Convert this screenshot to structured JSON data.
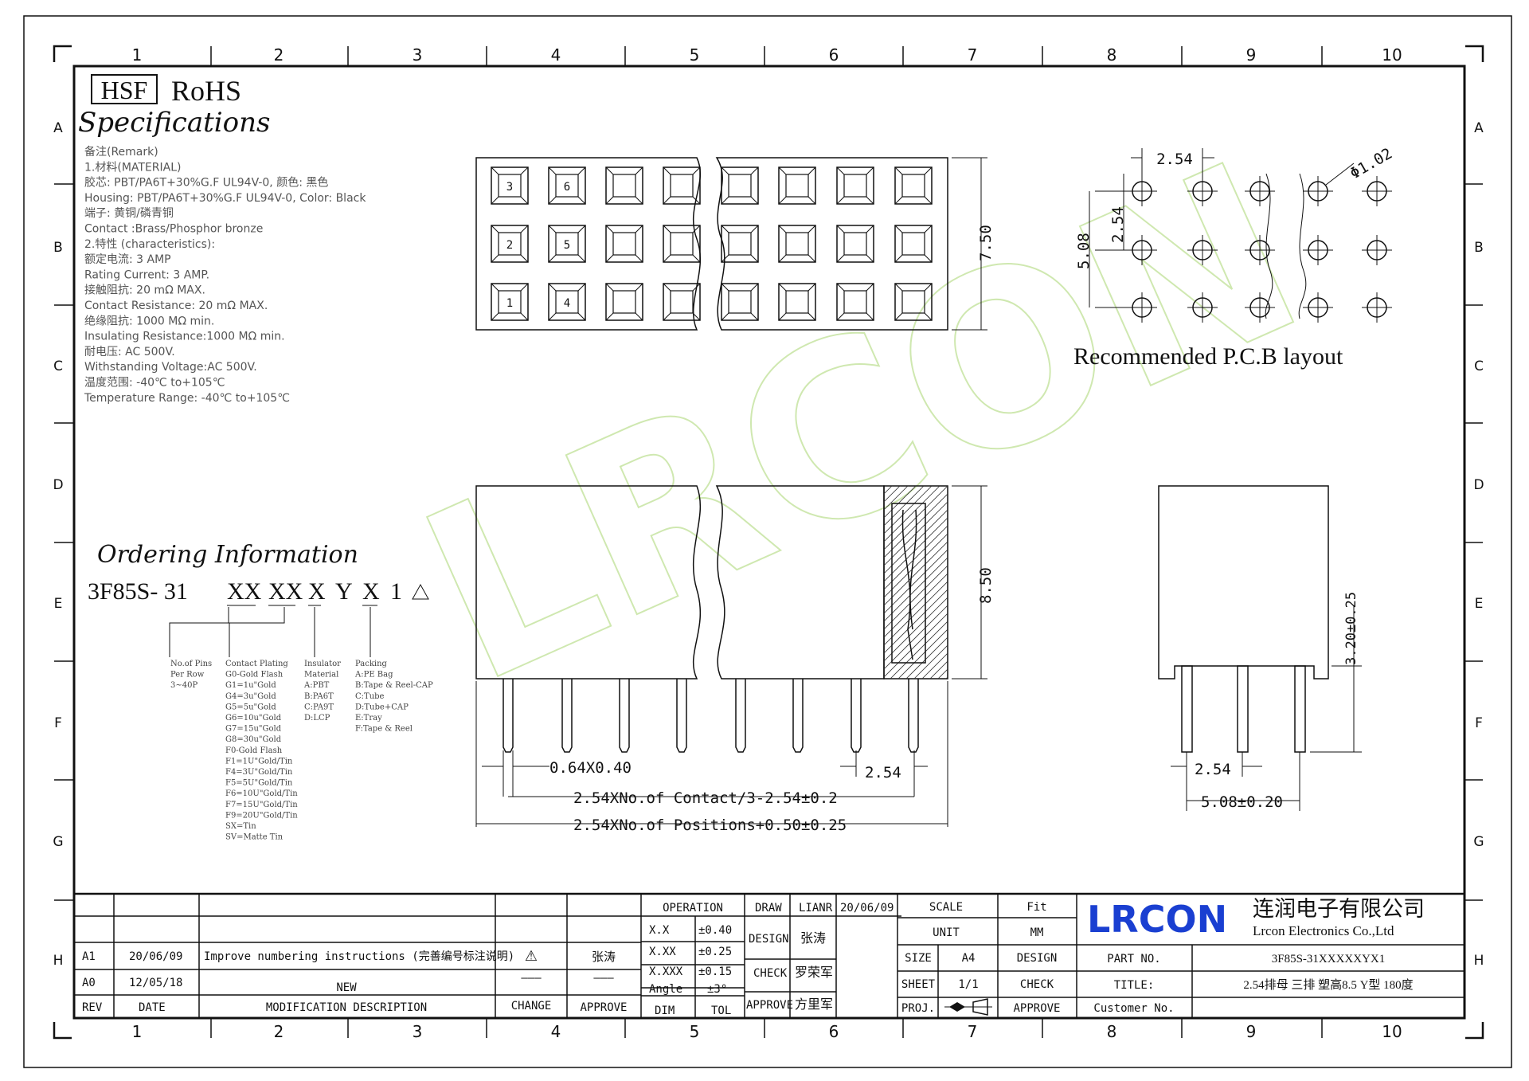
{
  "frame": {
    "columns": [
      "1",
      "2",
      "3",
      "4",
      "5",
      "6",
      "7",
      "8",
      "9",
      "10"
    ],
    "rows": [
      "A",
      "B",
      "C",
      "D",
      "E",
      "F",
      "G",
      "H"
    ]
  },
  "header": {
    "hsf": "HSF",
    "rohs": "RoHS",
    "specifications_title": "Specifications"
  },
  "specs": [
    "备注(Remark)",
    "1.材料(MATERIAL)",
    "胶芯: PBT/PA6T+30%G.F UL94V-0, 颜色: 黑色",
    "Housing: PBT/PA6T+30%G.F UL94V-0, Color: Black",
    "端子: 黄铜/磷青铜",
    "Contact :Brass/Phosphor bronze",
    "2.特性 (characteristics):",
    "额定电流: 3 AMP",
    "Rating Current: 3 AMP.",
    "接触阻抗: 20 mΩ MAX.",
    "Contact Resistance: 20 mΩ MAX.",
    "绝缘阻抗: 1000 MΩ min.",
    "Insulating Resistance:1000 MΩ min.",
    "耐电压: AC 500V.",
    "Withstanding Voltage:AC 500V.",
    "温度范围: -40℃ to+105℃",
    "Temperature Range: -40℃ to+105℃"
  ],
  "ordering": {
    "title": "Ordering Information",
    "code_prefix": "3F85S- 31",
    "code_parts": [
      "XX",
      "XX",
      "X",
      "Y",
      "X",
      "1"
    ],
    "pins_col": [
      "No.of Pins",
      "Per Row",
      "3~40P"
    ],
    "plating_col": [
      "Contact Plating",
      "G0-Gold Flash",
      "G1=1u\"Gold",
      "G4=3u\"Gold",
      "G5=5u\"Gold",
      "G6=10u\"Gold",
      "G7=15u\"Gold",
      "G8=30u\"Gold",
      "F0-Gold Flash",
      "F1=1U\"Gold/Tin",
      "F4=3U\"Gold/Tin",
      "F5=5U\"Gold/Tin",
      "F6=10U\"Gold/Tin",
      "F7=15U\"Gold/Tin",
      "F9=20U\"Gold/Tin",
      "SX=Tin",
      "SV=Matte Tin"
    ],
    "insulator_col": [
      "Insulator",
      "Material",
      "A:PBT",
      "B:PA6T",
      "C:PA9T",
      "D:LCP"
    ],
    "packing_col": [
      "Packing",
      "A:PE Bag",
      "B:Tape & Reel-CAP",
      "C:Tube",
      "D:Tube+CAP",
      "E:Tray",
      "F:Tape & Reel"
    ]
  },
  "top_view": {
    "pin_labels": [
      "3",
      "6",
      "2",
      "5",
      "1",
      "4"
    ],
    "height_dim": "7.50"
  },
  "pcb": {
    "title": "Recommended P.C.B layout",
    "pitch": "2.54",
    "vertical_pitch": "2.54",
    "total": "5.08",
    "hole": "Φ1.02"
  },
  "front_view": {
    "height_dim": "8.50",
    "pin_size": "0.64X0.40",
    "pitch": "2.54",
    "dim_contact": "2.54XNo.of Contact/3-2.54±0.2",
    "dim_positions": "2.54XNo.of Positions+0.50±0.25"
  },
  "side_view": {
    "height_dim": "3.20±0.25",
    "pitch": "2.54",
    "width_dim": "5.08±0.20"
  },
  "watermark": "LRCON",
  "revisions": {
    "rows": [
      {
        "rev": "A1",
        "date": "20/06/09",
        "desc": "Improve numbering instructions (完善编号标注说明)",
        "change": "⚠",
        "approve": "张涛"
      },
      {
        "rev": "A0",
        "date": "12/05/18",
        "desc": "NEW",
        "change": "———",
        "approve": "———"
      }
    ],
    "headers": {
      "rev": "REV",
      "date": "DATE",
      "desc": "MODIFICATION DESCRIPTION",
      "change": "CHANGE",
      "approve": "APPROVE"
    }
  },
  "tolerance": {
    "operation": "OPERATION",
    "rows": [
      {
        "dim": "X.X",
        "tol": "±0.40"
      },
      {
        "dim": "X.XX",
        "tol": "±0.25"
      },
      {
        "dim": "X.XXX",
        "tol": "±0.15"
      },
      {
        "dim": "Angle",
        "tol": "±3°"
      }
    ],
    "dim_label": "DIM",
    "tol_label": "TOL"
  },
  "signoff": {
    "draw_label": "DRAW",
    "draw_name": "LIANR",
    "draw_date": "20/06/09",
    "design_label": "DESIGN",
    "design_name": "张涛",
    "check_label": "CHECK",
    "check_name": "罗荣军",
    "approve_label": "APPROVE",
    "approve_name": "方里军"
  },
  "info": {
    "scale_label": "SCALE",
    "scale_value": "Fit",
    "unit_label": "UNIT",
    "unit_value": "MM",
    "size_label": "SIZE",
    "size_value": "A4",
    "sheet_label": "SHEET",
    "sheet_value": "1/1",
    "proj_label": "PROJ.",
    "design_label": "DESIGN",
    "check_label": "CHECK",
    "approve_label": "APPROVE"
  },
  "company": {
    "logo": "LRCON",
    "name_cn": "连润电子有限公司",
    "name_en": "Lrcon Electronics Co.,Ltd",
    "logo_color": "#1a3fd1"
  },
  "part": {
    "part_no_label": "PART NO.",
    "part_no": "3F85S-31XXXXXYX1",
    "title_label": "TITLE:",
    "title": "2.54排母 三排 塑高8.5 Y型 180度",
    "customer_label": "Customer No."
  }
}
